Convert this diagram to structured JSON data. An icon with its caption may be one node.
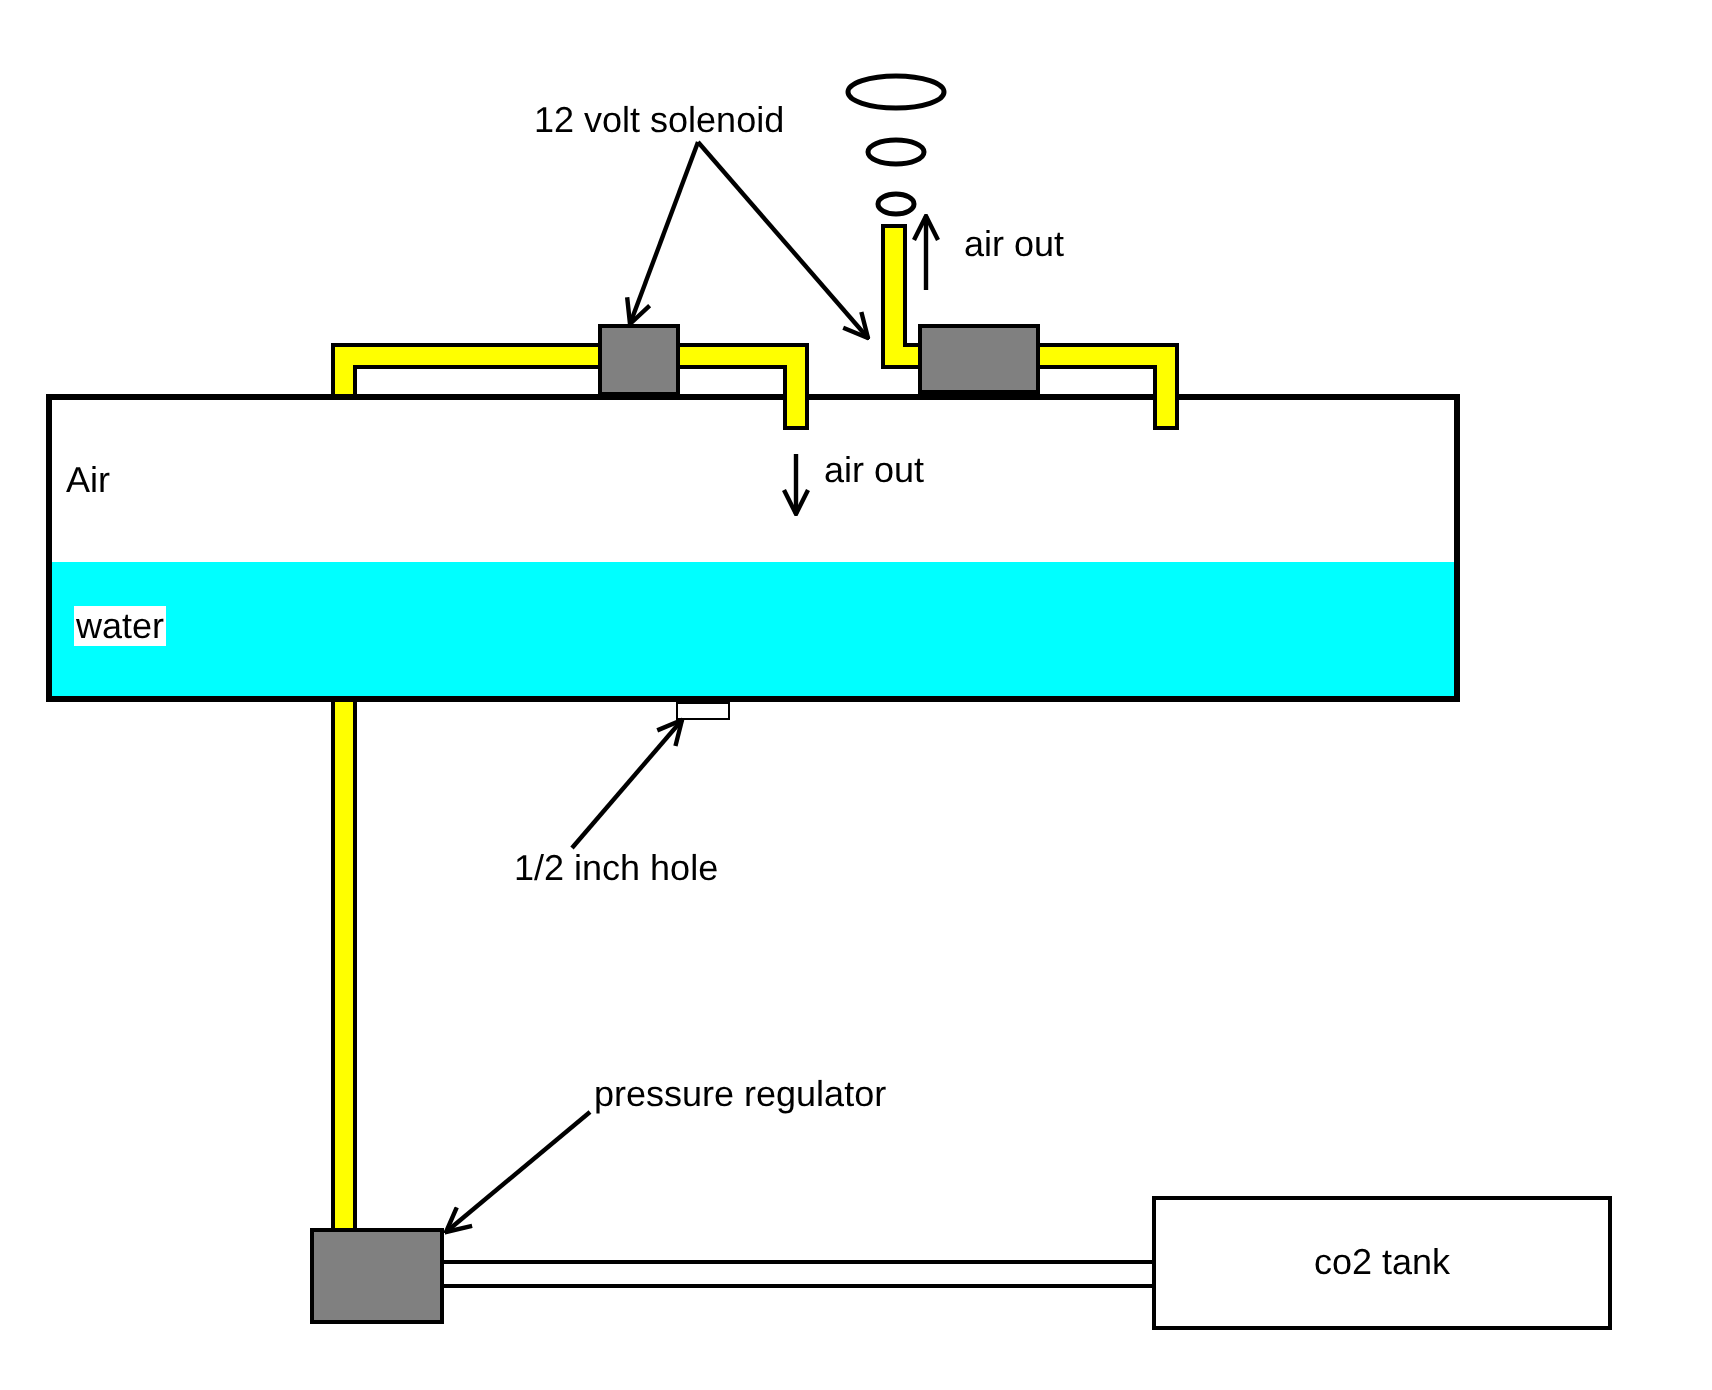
{
  "diagram": {
    "nodes": [
      {
        "text": [
          "12 volt solenoid"
        ]
      },
      {
        "text": [],
        "shape": "box"
      },
      {
        "text": [],
        "shape": "box"
      },
      {
        "text": [],
        "shape": "box"
      },
      {
        "text": [
          "Air"
        ],
        "in": 3
      },
      {
        "text": [
          "water"
        ],
        "in": 3
      },
      {
        "text": [],
        "shape": "box"
      },
      {
        "text": [
          "1/2 inch hole"
        ]
      },
      {
        "text": [
          "pressure regulator"
        ]
      },
      {
        "text": [],
        "shape": "box"
      },
      {
        "text": [
          "co2 tank"
        ]
      }
    ],
    "edges": [
      {
        "from": 0,
        "to": 1,
        "arrow": "to",
        "color": "#000000"
      },
      {
        "from": 0,
        "to": 2,
        "arrow": "to",
        "color": "#000000"
      },
      {
        "from": 1,
        "to": 3,
        "arrow": "none",
        "style": "thick",
        "color": "#ffff00"
      },
      {
        "from": 1,
        "to": 4,
        "arrow": "none",
        "style": "thick",
        "color": "#ffff00"
      },
      {
        "from": 2,
        "to": null,
        "arrow": "none",
        "style": "thick",
        "color": "#ffff00"
      },
      {
        "from": 2,
        "to": 4,
        "arrow": "none",
        "style": "thick",
        "color": "#ffff00"
      },
      {
        "from": 7,
        "to": 6,
        "arrow": "to",
        "color": "#000000"
      },
      {
        "from": 3,
        "to": 9,
        "arrow": "none",
        "style": "thick",
        "color": "#ffff00"
      },
      {
        "from": 8,
        "to": 9,
        "arrow": "to",
        "color": "#000000"
      },
      {
        "from": 9,
        "to": 10,
        "arrow": "none",
        "color": "#000000"
      }
    ],
    "labels": [
      "air out",
      "air out"
    ]
  }
}
